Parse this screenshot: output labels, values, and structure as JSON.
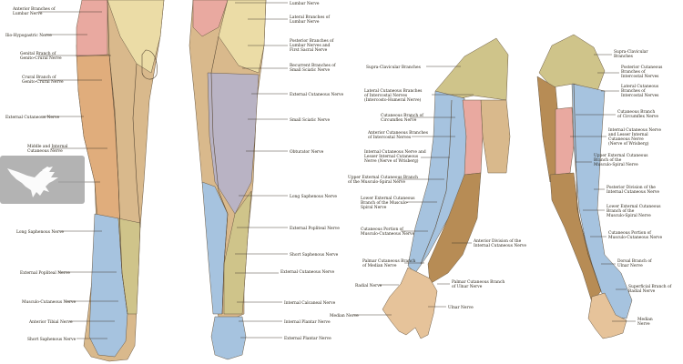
{
  "colors": {
    "tan": "#d9b98c",
    "orange_tan": "#e0ad7c",
    "pink": "#e9a9a0",
    "yellow": "#ebdca6",
    "olive": "#cfc48a",
    "lavender": "#b9b3c4",
    "blue": "#a6c3df",
    "skin": "#e6c39a",
    "brown": "#b78c55",
    "logo_bg": "#969696"
  },
  "legs_front_labels": [
    "Anterior Branches of",
    "Lumbar Nerve",
    "Ilio-Hypogastric Nerve",
    "Genital Branch of",
    "Genito-Crural Nerve",
    "Crural Branch of",
    "Genito-Crural Nerve",
    "External Cutaneous Nerve",
    "Middle and Internal",
    "Cutaneous Nerve",
    "Long Saphenous Nerve",
    "External Popliteal Nerve",
    "Musculo-Cutaneous Nerve",
    "Anterior Tibial Nerve",
    "Short Saphenous Nerve"
  ],
  "legs_back_labels": [
    "Lumbar Nerve",
    "Lateral Branches of",
    "Lumbar Nerve",
    "Posterior Branches of",
    "Lumbar Nerves and",
    "First Sacral Nerve",
    "Recurrent Branches of",
    "Small Sciatic Nerve",
    "External Cutaneous Nerve",
    "Small Sciatic Nerve",
    "Obturator Nerve",
    "Long Saphenous Nerve",
    "External Popliteal Nerve",
    "Short Saphenous Nerve",
    "External Cutaneous Nerve",
    "Internal Calcaneal Nerve",
    "Internal Plantar Nerve",
    "External Plantar Nerve"
  ],
  "arm_front_labels": [
    "Supra-Clavicular Branches",
    "Lateral Cutaneous Branches",
    "of Intercostal Nerves",
    "(Intercosto-Humeral Nerve)",
    "Cutaneous Branch of",
    "Circumflex Nerve",
    "Anterior Cutaneous Branches",
    "of Intercostal Nerves",
    "Internal Cutaneous Nerve and",
    "Lesser Internal Cutaneous",
    "Nerve (Nerve of Wrisberg)",
    "Upper External Cutaneous Branch",
    "of the Musculo-Spiral Nerve",
    "Lower External Cutaneous",
    "Branch of the Musculo-",
    "Spiral Nerve",
    "Cutaneous Portion of",
    "Musculo-Cutaneous Nerve",
    "Anterior Division of the",
    "Internal Cutaneous Nerve",
    "Palmar Cutaneous Branch",
    "of Median Nerve",
    "Palmar Cutaneous Branch",
    "of Ulnar Nerve",
    "Radial Nerve",
    "Ulnar Nerve",
    "Median Nerve"
  ],
  "arm_back_labels": [
    "Supra-Clavicular",
    "Branches",
    "Posterior Cutaneous",
    "Branches of",
    "Intercostal Nerves",
    "Lateral Cutaneous",
    "Branches of",
    "Intercostal Nerves",
    "Cutaneous Branch",
    "of Circumflex Nerve",
    "Internal Cutaneous Nerve",
    "and Lesser Internal",
    "Cutaneous Nerve",
    "(Nerve of Wrisberg)",
    "Upper External Cutaneous",
    "Branch of the",
    "Musculo-Spiral Nerve",
    "Posterior Division of the",
    "Internal Cutaneous Nerve",
    "Lower External Cutaneous",
    "Branch of the",
    "Musculo-Spiral Nerve",
    "Cutaneous Portion of",
    "Musculo-Cutaneous Nerve",
    "Dorsal Branch of",
    "Ulnar Nerve",
    "Superficial Branch of",
    "Radial Nerve",
    "Median",
    "Nerve"
  ],
  "logo": {
    "name": "eagle-logo"
  }
}
